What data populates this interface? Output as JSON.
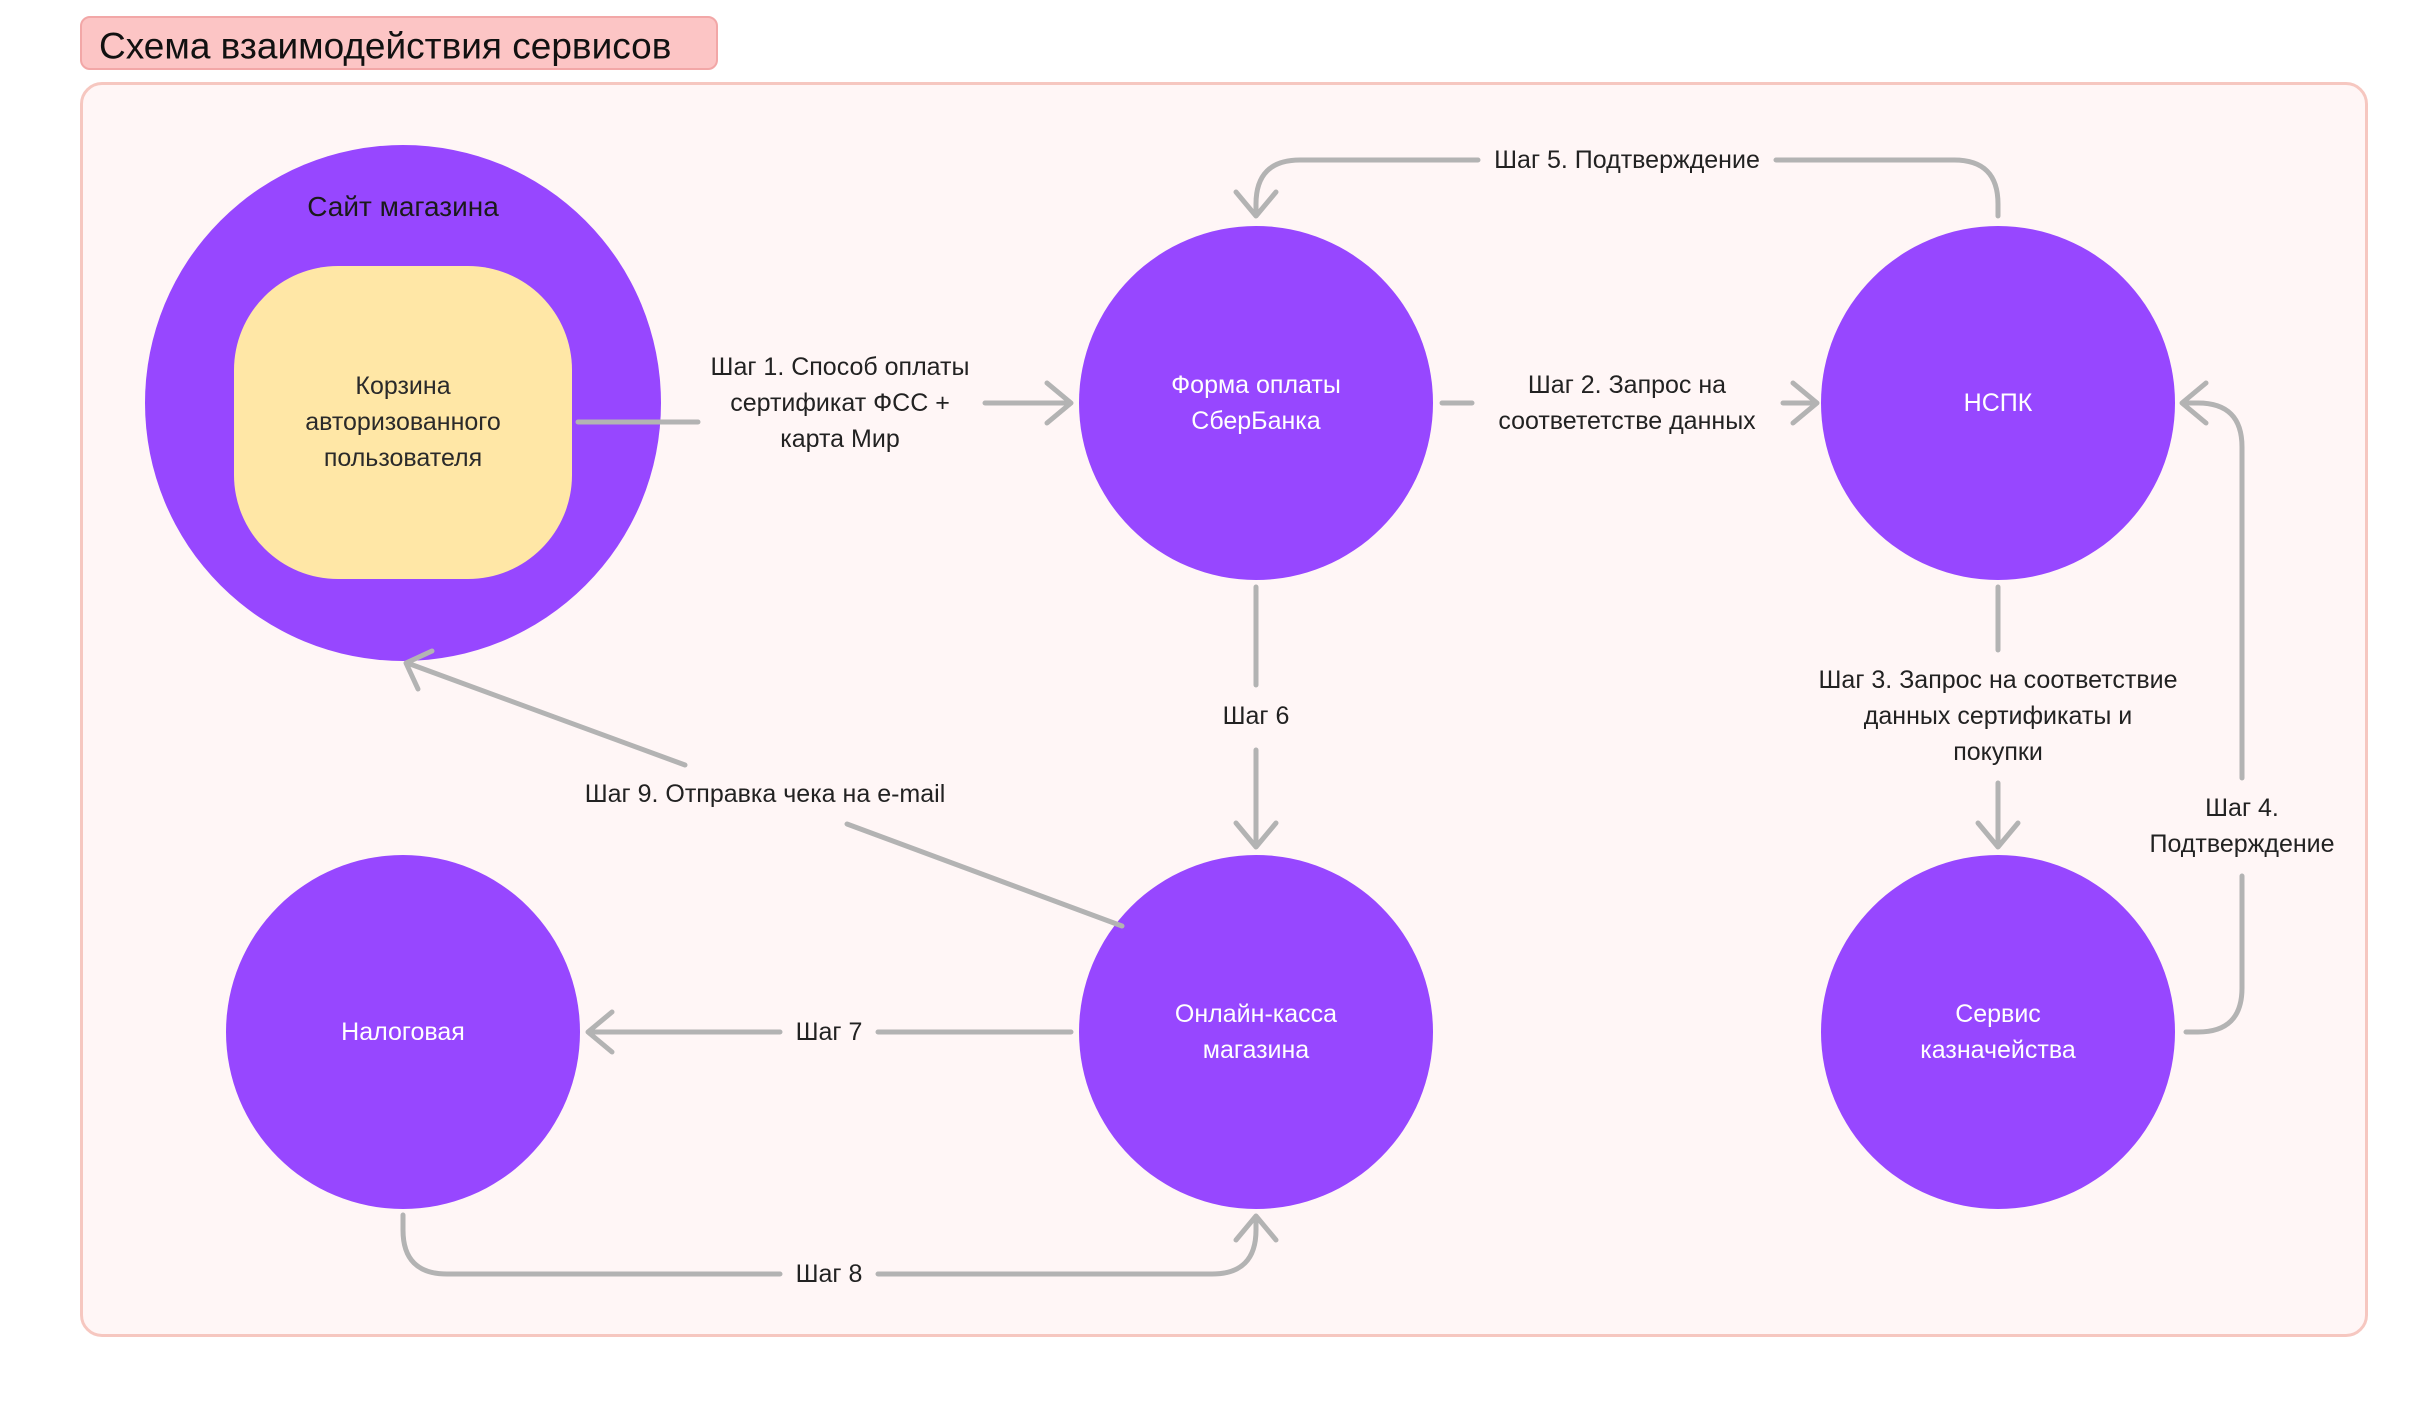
{
  "title": "Схема взаимодействия сервисов",
  "colors": {
    "node": "#9747ff",
    "inner": "#ffe7a6",
    "arrow": "#b3b3b3",
    "frame_bg": "#fff6f6",
    "frame_border": "#f6c7c0",
    "title_bg": "#fcc5c5"
  },
  "nodes": {
    "site": {
      "label": "Сайт магазина",
      "cart": "Корзина\nавторизованного\nпользователя"
    },
    "sber_form": {
      "label": "Форма оплаты\nСберБанка"
    },
    "nspk": {
      "label": "НСПК"
    },
    "treasury": {
      "label": "Сервис\nказначейства"
    },
    "cashbox": {
      "label": "Онлайн-касса\nмагазина"
    },
    "tax": {
      "label": "Налоговая"
    }
  },
  "steps": {
    "s1": "Шаг 1. Способ оплаты\nсертификат ФСС +\nкарта Мир",
    "s2": "Шаг 2. Запрос на\nсоответетстве данных",
    "s3": "Шаг 3. Запрос на соответствие\nданных сертификаты и\nпокупки",
    "s4": "Шаг 4.\nПодтверждение",
    "s5": "Шаг 5. Подтверждение",
    "s6": "Шаг 6",
    "s7": "Шаг 7",
    "s8": "Шаг 8",
    "s9": "Шаг 9. Отправка чека на e-mail"
  }
}
